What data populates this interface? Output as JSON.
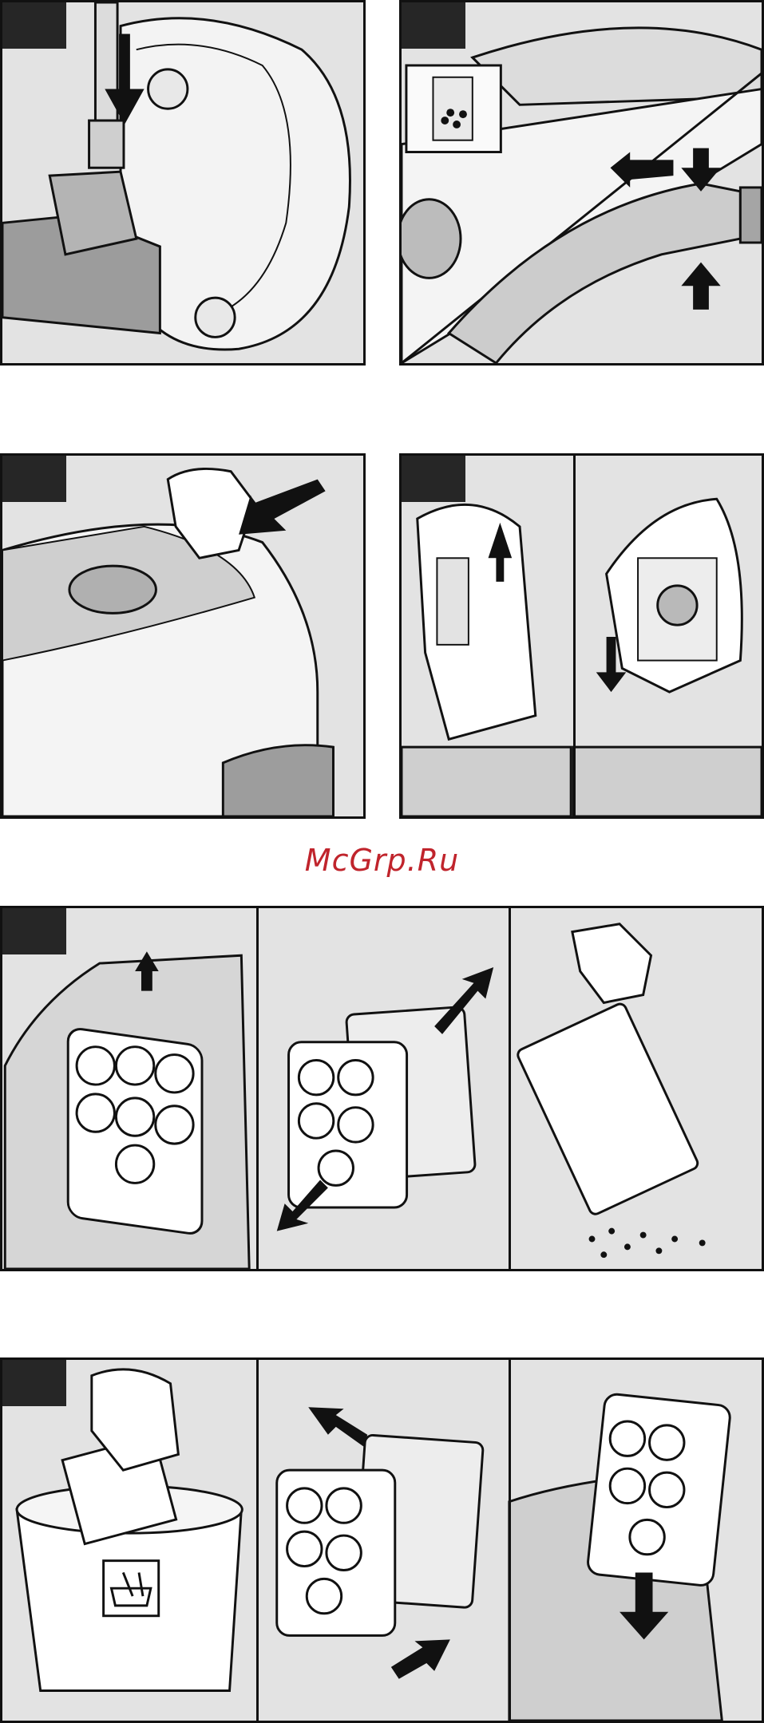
{
  "watermark": {
    "text": "McGrp.Ru",
    "color": "#c0242c"
  },
  "panels": [
    {
      "id": 1,
      "icon": "vacuum-tube-park-illustration"
    },
    {
      "id": 2,
      "icon": "hose-release-illustration"
    },
    {
      "id": 3,
      "icon": "lid-open-illustration"
    },
    {
      "id": 4,
      "icon": "dustbag-replace-illustration"
    },
    {
      "id": 5,
      "icon": "filter-remove-shake-illustration"
    },
    {
      "id": 6,
      "icon": "filter-wash-reinsert-illustration"
    }
  ]
}
